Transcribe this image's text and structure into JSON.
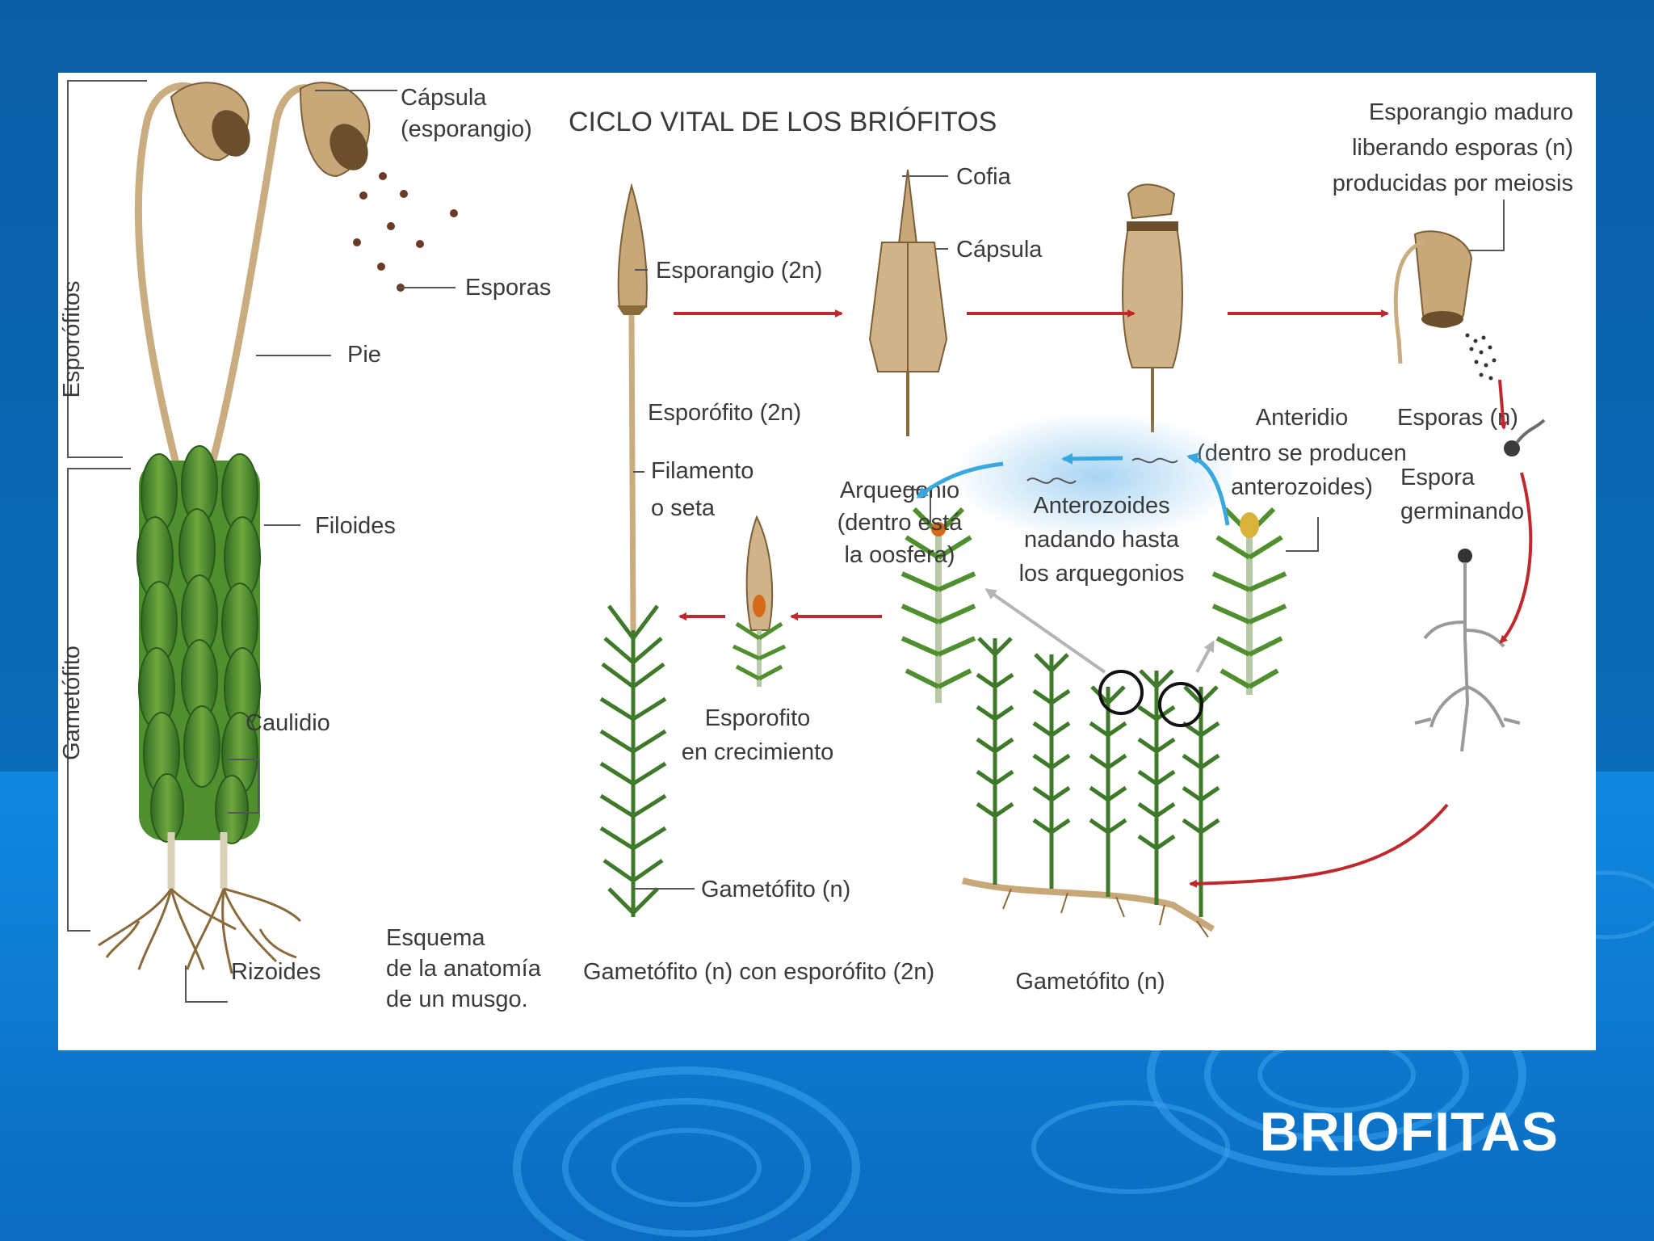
{
  "slide": {
    "title": "BRIOFITAS",
    "colors": {
      "background_top": "#0a63ad",
      "background_band": "#0e7fd8",
      "title": "#ffffff",
      "arrow_red": "#c0282d",
      "arrow_blue": "#3aa8e0",
      "arrow_gray": "#b5b5b5",
      "plant_green": "#3f7a2a",
      "capsule_tan": "#c8a778",
      "label_text": "#3a3a3a"
    }
  },
  "anatomy": {
    "bracket_sporophyte": "Esporófitos",
    "bracket_gametophyte": "Gametófito",
    "capsule_l1": "Cápsula",
    "capsule_l2": "(esporangio)",
    "spores": "Esporas",
    "foot": "Pie",
    "phylloids": "Filoides",
    "caulidium": "Caulidio",
    "rhizoids": "Rizoides",
    "caption_l1": "Esquema",
    "caption_l2": "de la anatomía",
    "caption_l3": "de un musgo."
  },
  "cycle": {
    "title": "CICLO VITAL DE LOS BRIÓFITOS",
    "sporangium_2n": "Esporangio (2n)",
    "sporophyte_2n": "Esporófito (2n)",
    "filament_l1": "Filamento",
    "filament_l2": "o seta",
    "gametophyte_n": "Gametófito (n)",
    "gametophyte_with_sporophyte": "Gametófito (n) con esporófito (2n)",
    "calyptra": "Cofia",
    "capsule": "Cápsula",
    "mature_l1": "Esporangio maduro",
    "mature_l2": "liberando esporas (n)",
    "mature_l3": "producidas por meiosis",
    "spores_n": "Esporas (n)",
    "germinating_l1": "Espora",
    "germinating_l2": "germinando",
    "antheridium_l1": "Anteridio",
    "antheridium_l2": "(dentro se producen",
    "antheridium_l3": "anterozoides)",
    "archegonium_l1": "Arquegonio",
    "archegonium_l2": "(dentro está",
    "archegonium_l3": "la oosfera)",
    "antherozoids_l1": "Anterozoides",
    "antherozoids_l2": "nadando hasta",
    "antherozoids_l3": "los arquegonios",
    "growing_l1": "Esporofito",
    "growing_l2": "en crecimiento",
    "gametophyte_colony": "Gametófito (n)"
  }
}
